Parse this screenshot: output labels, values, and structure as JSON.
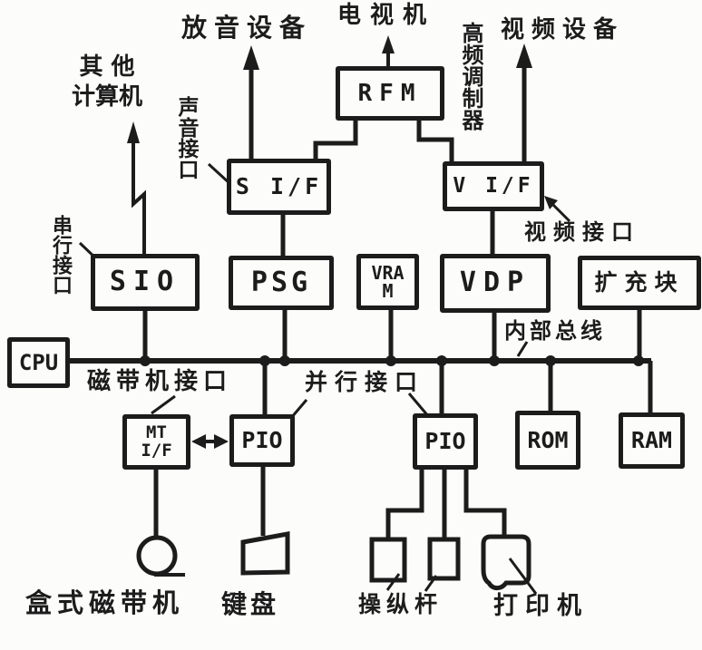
{
  "blocks": {
    "rfm": "RFM",
    "sound_if": "S I/F",
    "video_if": "V I/F",
    "sio": "SIO",
    "psg": "PSG",
    "vram_line1": "VRA",
    "vram_line2": "M",
    "vdp": "VDP",
    "expansion_block": "扩充块",
    "cpu": "CPU",
    "mt_if_line1": "MT",
    "mt_if_line2": "I/F",
    "pio_left": "PIO",
    "pio_right": "PIO",
    "rom": "ROM",
    "ram": "RAM"
  },
  "external_labels": {
    "other_computers_line1": "其 他",
    "other_computers_line2": "计算机",
    "audio_playback_device": "放音设备",
    "tv_set": "电视机",
    "video_device": "视频设备",
    "cassette_tape_machine": "盒式磁带机",
    "keyboard": "键盘",
    "joystick": "操纵杆",
    "printer": "打印机"
  },
  "interface_labels": {
    "serial_interface": "串行接口",
    "sound_interface": "声音接口",
    "hf_modulator": "高频调制器",
    "video_interface": "视频接口",
    "internal_bus": "内部总线",
    "tape_machine_interface": "磁带机接口",
    "parallel_interface": "并行接口"
  },
  "colors": {
    "ink": "#1c1c1c",
    "paper": "#fcfcfa"
  }
}
